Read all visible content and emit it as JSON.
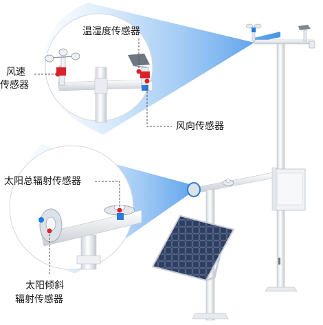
{
  "labels": {
    "temp_humidity": "温湿度传感器",
    "wind_speed_line1": "风速",
    "wind_speed_line2": "传感器",
    "wind_direction": "风向传感器",
    "solar_total": "太阳总辐射传感器",
    "solar_tilt_line1": "太阳倾斜",
    "solar_tilt_line2": "辐射传感器"
  },
  "colors": {
    "pole": "#eef0f3",
    "pole_edge": "#c4c9d0",
    "beam": "#a7d0f5",
    "callout_dot": "#d8232a",
    "solar_panel": "#1f2d4a"
  }
}
